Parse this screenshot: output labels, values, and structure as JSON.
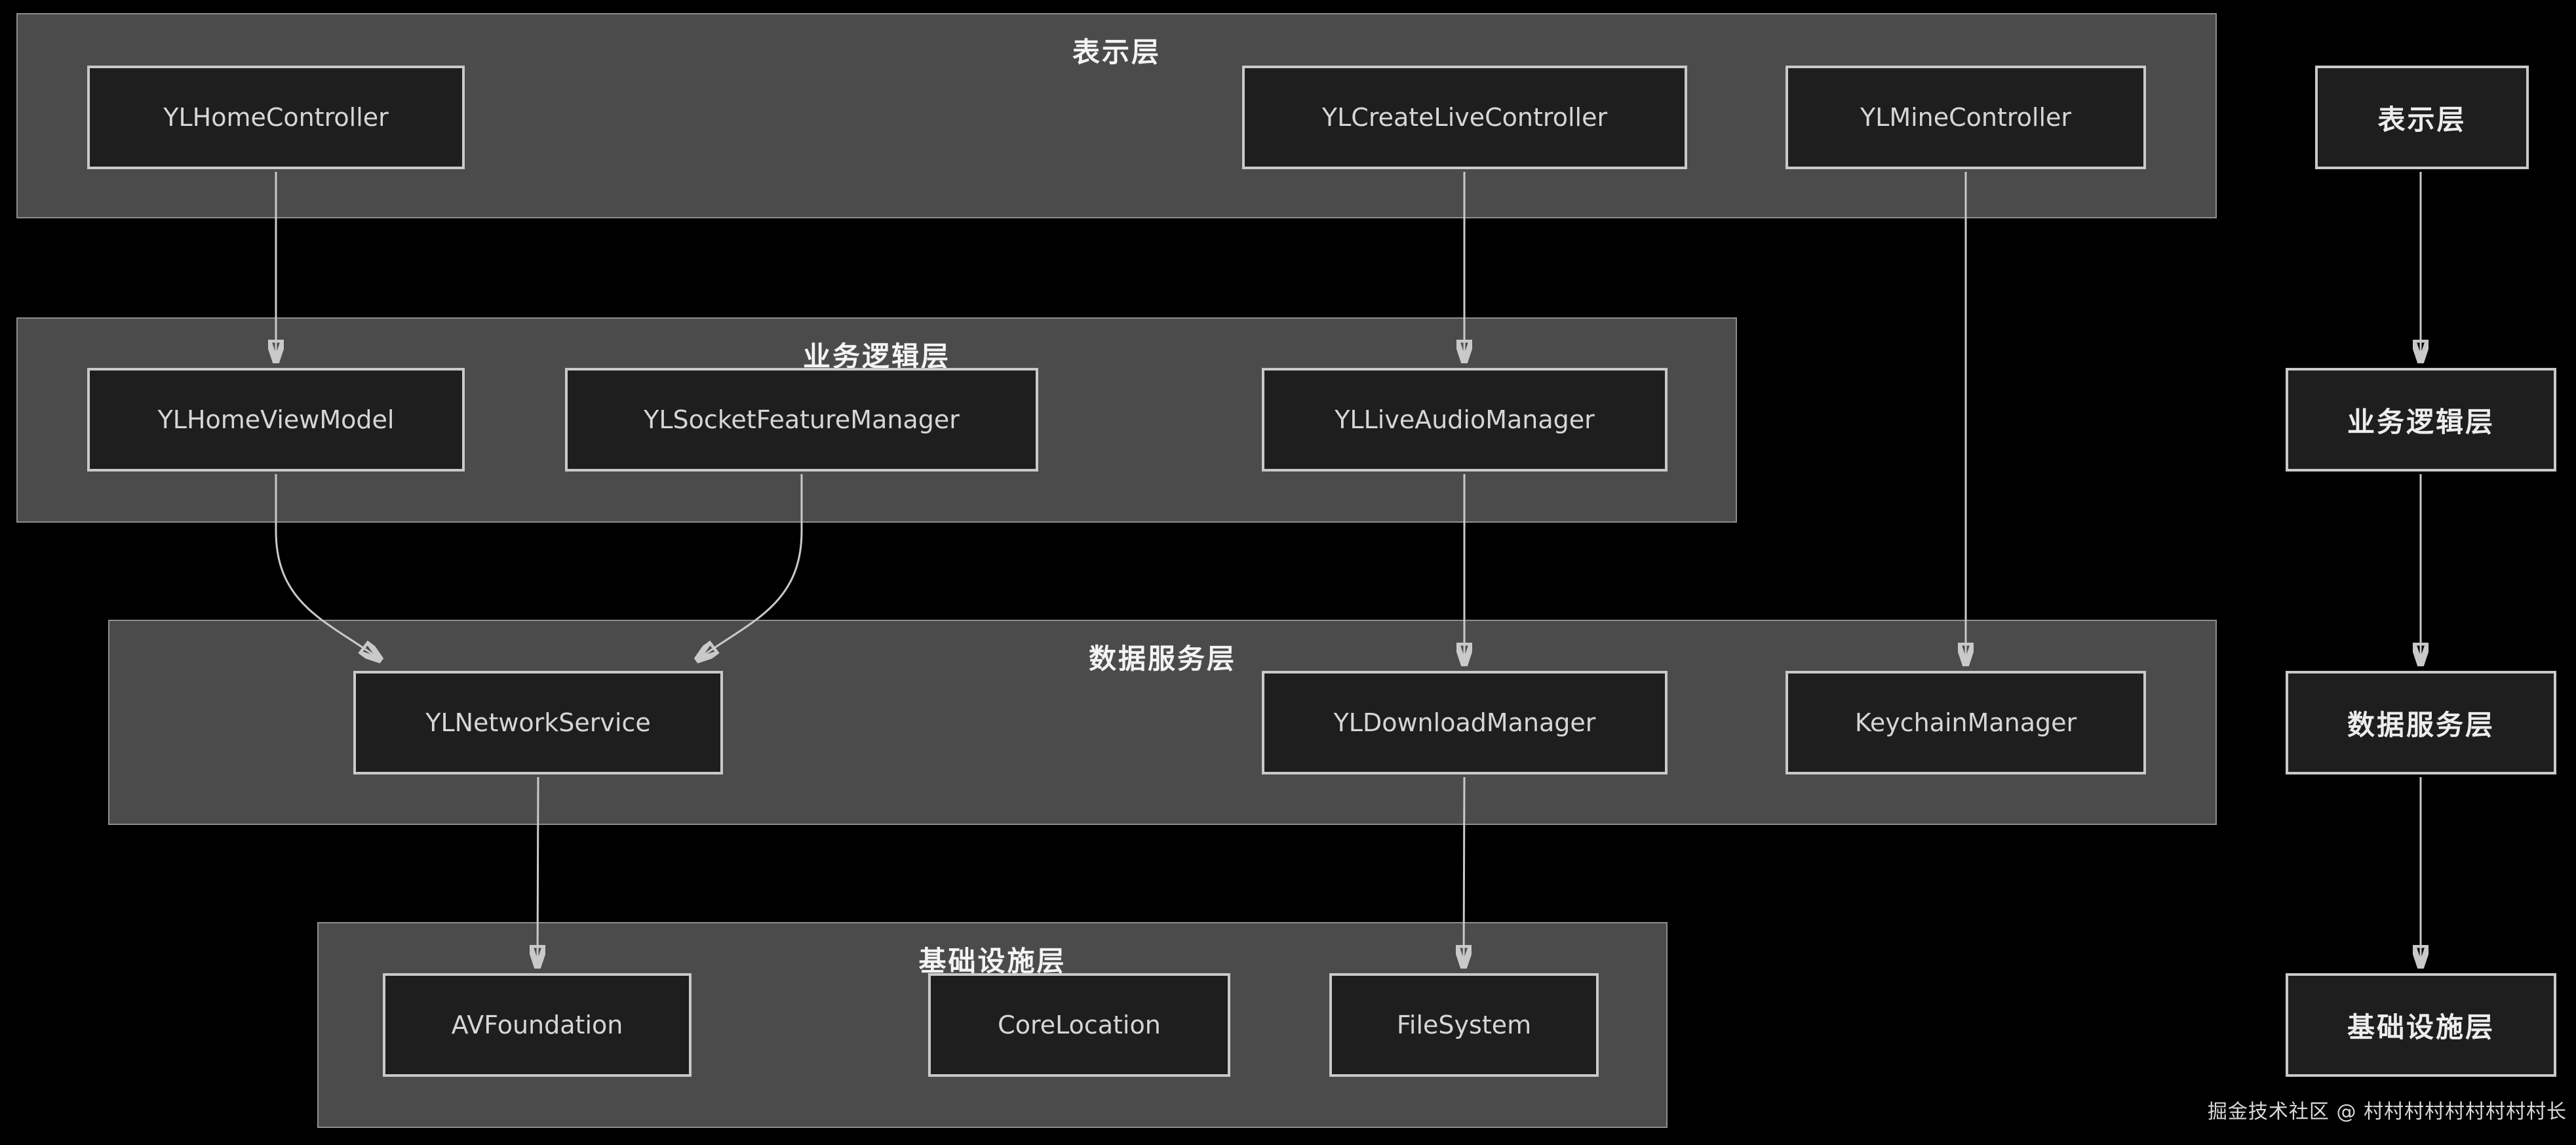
{
  "diagram": {
    "layers": [
      {
        "title": "表示层",
        "nodes": [
          {
            "label": "YLHomeController"
          },
          {
            "label": "YLCreateLiveController"
          },
          {
            "label": "YLMineController"
          }
        ]
      },
      {
        "title": "业务逻辑层",
        "nodes": [
          {
            "label": "YLHomeViewModel"
          },
          {
            "label": "YLSocketFeatureManager"
          },
          {
            "label": "YLLiveAudioManager"
          }
        ]
      },
      {
        "title": "数据服务层",
        "nodes": [
          {
            "label": "YLNetworkService"
          },
          {
            "label": "YLDownloadManager"
          },
          {
            "label": "KeychainManager"
          }
        ]
      },
      {
        "title": "基础设施层",
        "nodes": [
          {
            "label": "AVFoundation"
          },
          {
            "label": "CoreLocation"
          },
          {
            "label": "FileSystem"
          }
        ]
      }
    ],
    "layer_stack": [
      {
        "label": "表示层"
      },
      {
        "label": "业务逻辑层"
      },
      {
        "label": "数据服务层"
      },
      {
        "label": "基础设施层"
      }
    ],
    "edges": [
      {
        "from": "YLHomeController",
        "to": "YLHomeViewModel"
      },
      {
        "from": "YLCreateLiveController",
        "to": "YLLiveAudioManager"
      },
      {
        "from": "YLMineController",
        "to": "KeychainManager"
      },
      {
        "from": "YLHomeViewModel",
        "to": "YLNetworkService"
      },
      {
        "from": "YLSocketFeatureManager",
        "to": "YLNetworkService"
      },
      {
        "from": "YLLiveAudioManager",
        "to": "YLDownloadManager"
      },
      {
        "from": "YLNetworkService",
        "to": "AVFoundation"
      },
      {
        "from": "YLDownloadManager",
        "to": "FileSystem"
      },
      {
        "from": "表示层",
        "to": "业务逻辑层"
      },
      {
        "from": "业务逻辑层",
        "to": "数据服务层"
      },
      {
        "from": "数据服务层",
        "to": "基础设施层"
      }
    ],
    "watermark": "掘金技术社区 @ 村村村村村村村村村长",
    "colors": {
      "background": "#000000",
      "layer_fill": "#4b4b4b",
      "layer_border": "#8d8d8d",
      "node_fill": "#1e1e1e",
      "node_border": "#c9c9c9",
      "node_text": "#d6d6d6",
      "layer_title_text": "#f4f4f4",
      "arrow": "#c9c9c9",
      "watermark_text": "#d9d9d9"
    }
  }
}
